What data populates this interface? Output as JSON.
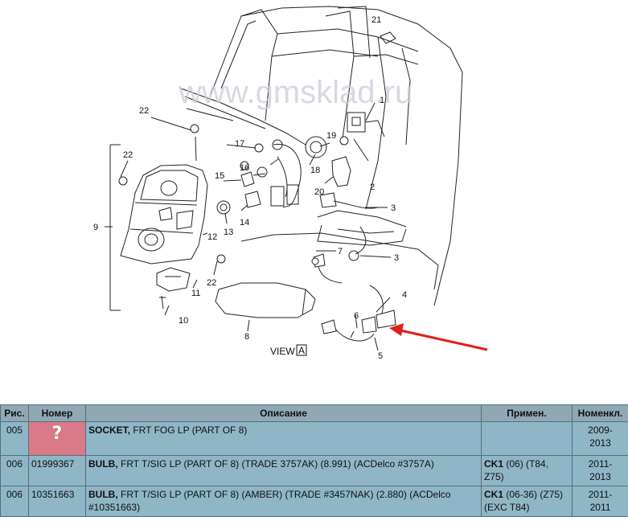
{
  "diagram": {
    "watermark": "www.gmsklad.ru",
    "view_label": "VIEW",
    "view_letter": "A",
    "callouts": [
      "21",
      "1",
      "22",
      "19",
      "17",
      "18",
      "22",
      "15",
      "16",
      "2",
      "20",
      "9",
      "12",
      "13",
      "14",
      "3",
      "3",
      "7",
      "22",
      "11",
      "4",
      "6",
      "10",
      "8",
      "5"
    ]
  },
  "table": {
    "headers": [
      "Рис.",
      "Номер",
      "Описание",
      "Примен.",
      "Номенкл."
    ],
    "rows": [
      {
        "fig": "005",
        "number": "",
        "number_icon": "?",
        "desc_name": "SOCKET,",
        "desc_rest": " FRT FOG LP (PART OF 8)",
        "app_code": "",
        "app_rest": "",
        "nomen": "2009-\n2013"
      },
      {
        "fig": "006",
        "number": "01999367",
        "number_icon": "",
        "desc_name": "BULB,",
        "desc_rest": " FRT T/SIG LP (PART OF 8) (TRADE 3757AK) (8.991) (ACDelco #3757A)",
        "app_code": "CK1",
        "app_rest": " (06) (T84, Z75)",
        "nomen": "2011-\n2013"
      },
      {
        "fig": "006",
        "number": "10351663",
        "number_icon": "",
        "desc_name": "BULB,",
        "desc_rest": " FRT T/SIG LP (PART OF 8) (AMBER) (TRADE #3457NAK) (2.880) (ACDelco #10351663)",
        "app_code": "CK1",
        "app_rest": " (06-36) (Z75) (EXC T84)",
        "nomen": "2011-\n2011"
      }
    ]
  },
  "colors": {
    "header_bg": "#8fa8b4",
    "cell_bg": "#8fb6c6",
    "unknown_bg": "#d97a86",
    "arrow": "#e0201a"
  }
}
